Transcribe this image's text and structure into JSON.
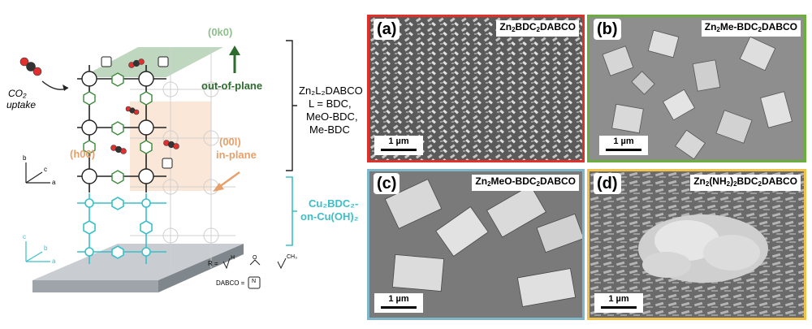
{
  "left_diagram": {
    "co2_label": "CO₂",
    "uptake_label": "uptake",
    "plane_0k0": "(0k0)",
    "out_of_plane": "out-of-plane",
    "plane_h00": "(h00)",
    "plane_00l": "(00l)",
    "in_plane": "in-plane",
    "formula_line1": "Zn₂L₂DABCO",
    "formula_line2": "L = BDC,",
    "formula_line3": "MeO-BDC,",
    "formula_line4": "Me-BDC",
    "sub_line1": "Cu₂BDC₂-",
    "sub_line2": "on-Cu(OH)₂",
    "axis_upper": {
      "b": "b",
      "c": "c",
      "a": "a"
    },
    "axis_lower": {
      "c": "c",
      "b": "b",
      "a": "a"
    },
    "r_label": "R =",
    "r_h": "H",
    "r_o": "O",
    "r_ch3": "CH₃",
    "dabco_label": "DABCO =",
    "ring_n": "N"
  },
  "panels": [
    {
      "letter": "(a)",
      "title_parts": [
        "Zn",
        "2",
        "BDC",
        "2",
        "DABCO"
      ],
      "scale": "1 µm",
      "border": "#e0302a"
    },
    {
      "letter": "(b)",
      "title_parts": [
        "Zn",
        "2",
        "Me-BDC",
        "2",
        "DABCO"
      ],
      "scale": "1 µm",
      "border": "#6cae3c"
    },
    {
      "letter": "(c)",
      "title_parts": [
        "Zn",
        "2",
        "MeO-BDC",
        "2",
        "DABCO"
      ],
      "scale": "1 µm",
      "border": "#7fb6c8"
    },
    {
      "letter": "(d)",
      "title_parts": [
        "Zn",
        "2",
        "(NH",
        "2",
        ")",
        "2",
        "BDC",
        "2",
        "DABCO"
      ],
      "scale": "1 µm",
      "border": "#f0c24a"
    }
  ],
  "colors": {
    "out_of_plane": "#2e6b2e",
    "in_plane": "#e8a06a",
    "substrate": "#3bbfc8",
    "co2_red": "#e03030",
    "framework_green": "#3a8a3a"
  }
}
